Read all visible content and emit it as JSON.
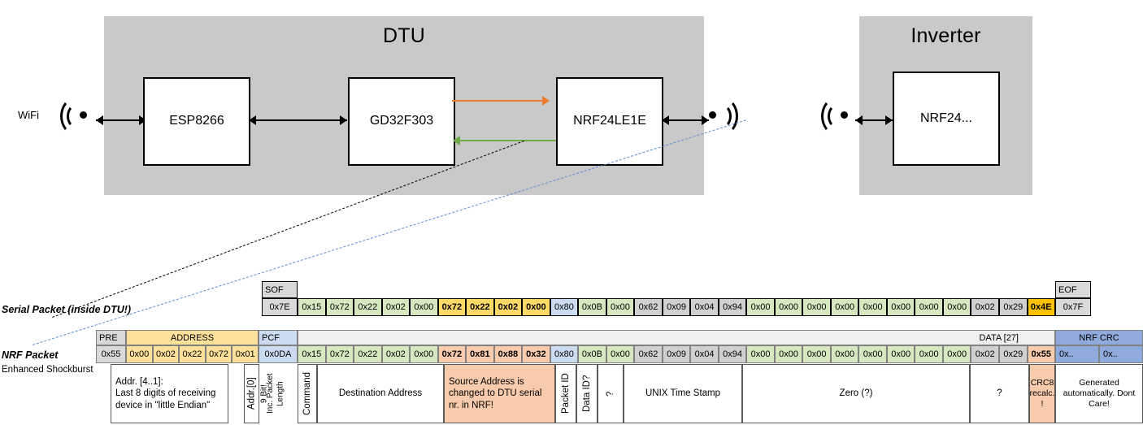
{
  "diagram": {
    "dtu": {
      "title": "DTU",
      "wifi_label": "WiFi",
      "chips": [
        {
          "label": "ESP8266"
        },
        {
          "label": "GD32F303"
        },
        {
          "label": "NRF24LE1E"
        }
      ],
      "orange_arrow_color": "#ED7D31",
      "green_arrow_color": "#70AD47"
    },
    "inverter": {
      "title": "Inverter",
      "chips": [
        {
          "label": "NRF24..."
        }
      ]
    }
  },
  "serial_packet": {
    "row_label": "Serial Packet (inside DTU!)",
    "sof_header": "SOF",
    "eof_header": "EOF",
    "sof_value": "0x7E",
    "eof_value": "0x7F",
    "bytes": [
      {
        "v": "0x15",
        "color": "green",
        "bold": false
      },
      {
        "v": "0x72",
        "color": "green",
        "bold": false
      },
      {
        "v": "0x22",
        "color": "green",
        "bold": false
      },
      {
        "v": "0x02",
        "color": "green",
        "bold": false
      },
      {
        "v": "0x00",
        "color": "green",
        "bold": false
      },
      {
        "v": "0x72",
        "color": "yellow",
        "bold": true
      },
      {
        "v": "0x22",
        "color": "yellow",
        "bold": true
      },
      {
        "v": "0x02",
        "color": "yellow",
        "bold": true
      },
      {
        "v": "0x00",
        "color": "yellow",
        "bold": true
      },
      {
        "v": "0x80",
        "color": "blue",
        "bold": false
      },
      {
        "v": "0x0B",
        "color": "green",
        "bold": false
      },
      {
        "v": "0x00",
        "color": "green",
        "bold": false
      },
      {
        "v": "0x62",
        "color": "gray2",
        "bold": false
      },
      {
        "v": "0x09",
        "color": "gray2",
        "bold": false
      },
      {
        "v": "0x04",
        "color": "gray2",
        "bold": false
      },
      {
        "v": "0x94",
        "color": "gray2",
        "bold": false
      },
      {
        "v": "0x00",
        "color": "green",
        "bold": false
      },
      {
        "v": "0x00",
        "color": "green",
        "bold": false
      },
      {
        "v": "0x00",
        "color": "green",
        "bold": false
      },
      {
        "v": "0x00",
        "color": "green",
        "bold": false
      },
      {
        "v": "0x00",
        "color": "green",
        "bold": false
      },
      {
        "v": "0x00",
        "color": "green",
        "bold": false
      },
      {
        "v": "0x00",
        "color": "green",
        "bold": false
      },
      {
        "v": "0x00",
        "color": "green",
        "bold": false
      },
      {
        "v": "0x02",
        "color": "gray2",
        "bold": false
      },
      {
        "v": "0x29",
        "color": "gray2",
        "bold": false
      },
      {
        "v": "0x4E",
        "color": "orange",
        "bold": true
      }
    ]
  },
  "nrf_packet": {
    "row_label": "NRF Packet",
    "sub_label": "Enhanced Shockburst",
    "headers": {
      "pre": "PRE",
      "address": "ADDRESS",
      "pcf": "PCF",
      "data": "DATA [27]",
      "nrf_crc": "NRF CRC"
    },
    "pre_value": "0x55",
    "address_values": [
      "0x00",
      "0x02",
      "0x22",
      "0x72",
      "0x01"
    ],
    "pcf_value": "0x0DA",
    "crc_values": [
      "0x..",
      "0x.."
    ],
    "bytes": [
      {
        "v": "0x15",
        "color": "green",
        "bold": false
      },
      {
        "v": "0x72",
        "color": "green",
        "bold": false
      },
      {
        "v": "0x22",
        "color": "green",
        "bold": false
      },
      {
        "v": "0x02",
        "color": "green",
        "bold": false
      },
      {
        "v": "0x00",
        "color": "green",
        "bold": false
      },
      {
        "v": "0x72",
        "color": "salmon",
        "bold": true
      },
      {
        "v": "0x81",
        "color": "salmon",
        "bold": true
      },
      {
        "v": "0x88",
        "color": "salmon",
        "bold": true
      },
      {
        "v": "0x32",
        "color": "salmon",
        "bold": true
      },
      {
        "v": "0x80",
        "color": "blue",
        "bold": false
      },
      {
        "v": "0x0B",
        "color": "green",
        "bold": false
      },
      {
        "v": "0x00",
        "color": "green",
        "bold": false
      },
      {
        "v": "0x62",
        "color": "gray2",
        "bold": false
      },
      {
        "v": "0x09",
        "color": "gray2",
        "bold": false
      },
      {
        "v": "0x04",
        "color": "gray2",
        "bold": false
      },
      {
        "v": "0x94",
        "color": "gray2",
        "bold": false
      },
      {
        "v": "0x00",
        "color": "green",
        "bold": false
      },
      {
        "v": "0x00",
        "color": "green",
        "bold": false
      },
      {
        "v": "0x00",
        "color": "green",
        "bold": false
      },
      {
        "v": "0x00",
        "color": "green",
        "bold": false
      },
      {
        "v": "0x00",
        "color": "green",
        "bold": false
      },
      {
        "v": "0x00",
        "color": "green",
        "bold": false
      },
      {
        "v": "0x00",
        "color": "green",
        "bold": false
      },
      {
        "v": "0x00",
        "color": "green",
        "bold": false
      },
      {
        "v": "0x02",
        "color": "gray2",
        "bold": false
      },
      {
        "v": "0x29",
        "color": "gray2",
        "bold": false
      },
      {
        "v": "0x55",
        "color": "salmon",
        "bold": true
      }
    ],
    "descriptions": {
      "address": "Addr. [4..1]:\nLast 8 digits of receiving device in \"little Endian\"",
      "addr0": "Addr.[0]",
      "pcf": "9 Bit!\nInc. Packet Length",
      "pcf_line1": "9 Bit!",
      "pcf_line2": "Inc. Packet Length",
      "command": "Command",
      "destination": "Destination Address",
      "source": "Source Address is changed to DTU serial nr. in NRF!",
      "packet_id": "Packet ID",
      "data_id": "Data ID?",
      "tilde": "?",
      "unix": "UNIX Time Stamp",
      "zero": "Zero (?)",
      "question": "?",
      "crc8": "CRC8 recalc. !",
      "generated": "Generated automatically. Dont Care!"
    }
  }
}
